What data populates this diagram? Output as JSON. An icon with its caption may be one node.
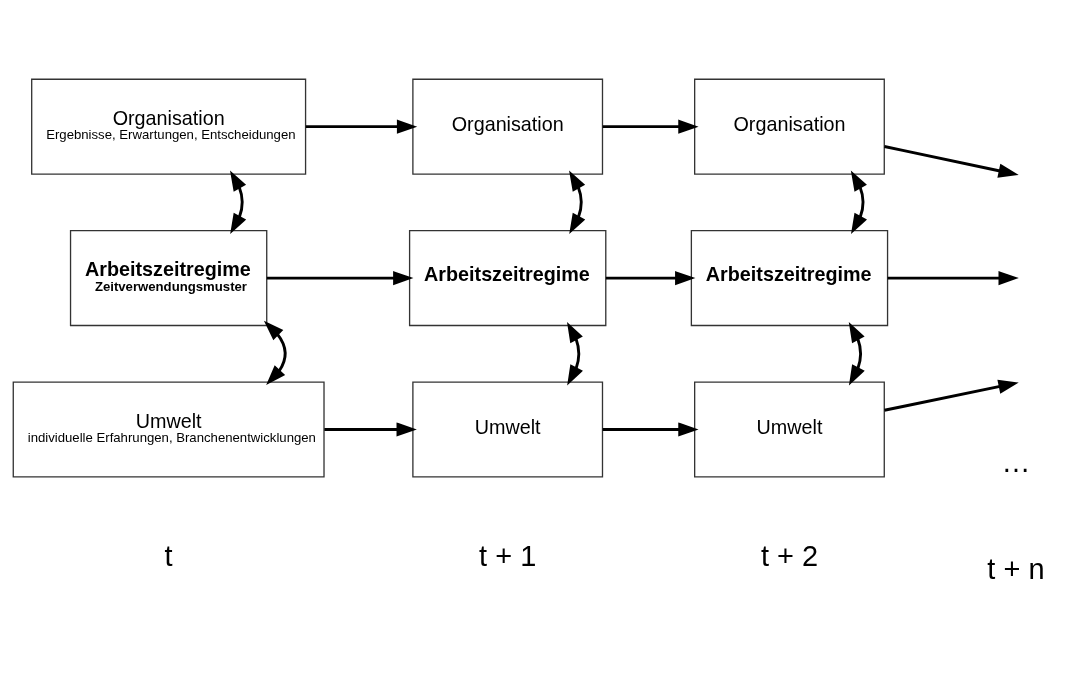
{
  "diagram": {
    "nodes": [
      {
        "text": [
          "Organisation",
          "Ergebnisse, Erwartungen, Entscheidungen"
        ]
      },
      {
        "text": [
          "Organisation"
        ]
      },
      {
        "text": [
          "Organisation"
        ]
      },
      {
        "text": [
          "Arbeitszeitregime",
          "Zeitverwendungsmuster"
        ]
      },
      {
        "text": [
          "Arbeitszeitregime"
        ]
      },
      {
        "text": [
          "Arbeitszeitregime"
        ]
      },
      {
        "text": [
          "Umwelt",
          "individuelle Erfahrungen, Branchenentwicklungen"
        ]
      },
      {
        "text": [
          "Umwelt"
        ]
      },
      {
        "text": [
          "Umwelt"
        ]
      }
    ],
    "edges": [
      {
        "from": 0,
        "to": 1,
        "arrow": "to"
      },
      {
        "from": 1,
        "to": 2,
        "arrow": "to"
      },
      {
        "from": 2,
        "to": null,
        "arrow": "to"
      },
      {
        "from": 0,
        "to": 3,
        "arrow": "both"
      },
      {
        "from": 1,
        "to": 4,
        "arrow": "both"
      },
      {
        "from": 2,
        "to": 5,
        "arrow": "both"
      },
      {
        "from": 3,
        "to": 4,
        "arrow": "to"
      },
      {
        "from": 4,
        "to": 5,
        "arrow": "to"
      },
      {
        "from": 5,
        "to": null,
        "arrow": "to"
      },
      {
        "from": 3,
        "to": 6,
        "arrow": "both"
      },
      {
        "from": 4,
        "to": 7,
        "arrow": "both"
      },
      {
        "from": 5,
        "to": 8,
        "arrow": "both"
      },
      {
        "from": 6,
        "to": 7,
        "arrow": "to"
      },
      {
        "from": 7,
        "to": 8,
        "arrow": "to"
      },
      {
        "from": 8,
        "to": null,
        "arrow": "to"
      }
    ],
    "labels": [
      "t",
      "t + 1",
      "t + 2",
      "…",
      "t + n"
    ]
  }
}
